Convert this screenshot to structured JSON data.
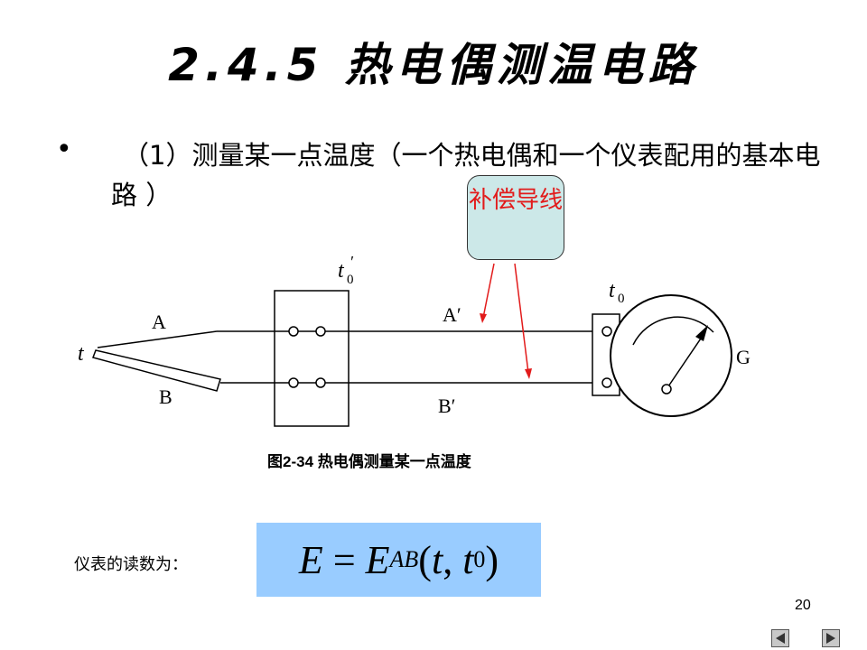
{
  "slide": {
    "title": "2.4.5   热电偶测温电路",
    "bullet": "（1）测量某一点温度（一个热电偶和一个仪表配用的基本电路 ）",
    "callout": "补偿导线",
    "caption": "图2-34   热电偶测量某一点温度",
    "reading_label": "仪表的读数为：",
    "formula": {
      "lhs": "E",
      "eq": " = ",
      "rhs": "E",
      "sub": "AB",
      "open": "(",
      "t": "t",
      "comma": ", ",
      "t0": "t",
      "t0_sub": "0",
      "close": ")"
    },
    "page_number": "20"
  },
  "diagram": {
    "label_t": "t",
    "label_A": "A",
    "label_B": "B",
    "label_A_prime": "A′",
    "label_B_prime": "B′",
    "label_t0_prime": "t",
    "label_t0_prime_sub": "0",
    "label_t0_prime_mark": "′",
    "label_t0": "t",
    "label_t0_sub": "0",
    "label_G": "G"
  },
  "colors": {
    "callout_fill": "#cce8e8",
    "callout_text": "#e21b1b",
    "arrow": "#e21b1b",
    "formula_bg": "#99ccff"
  },
  "nav": {
    "prev_icon": "triangle-left-icon",
    "next_icon": "triangle-right-icon"
  }
}
